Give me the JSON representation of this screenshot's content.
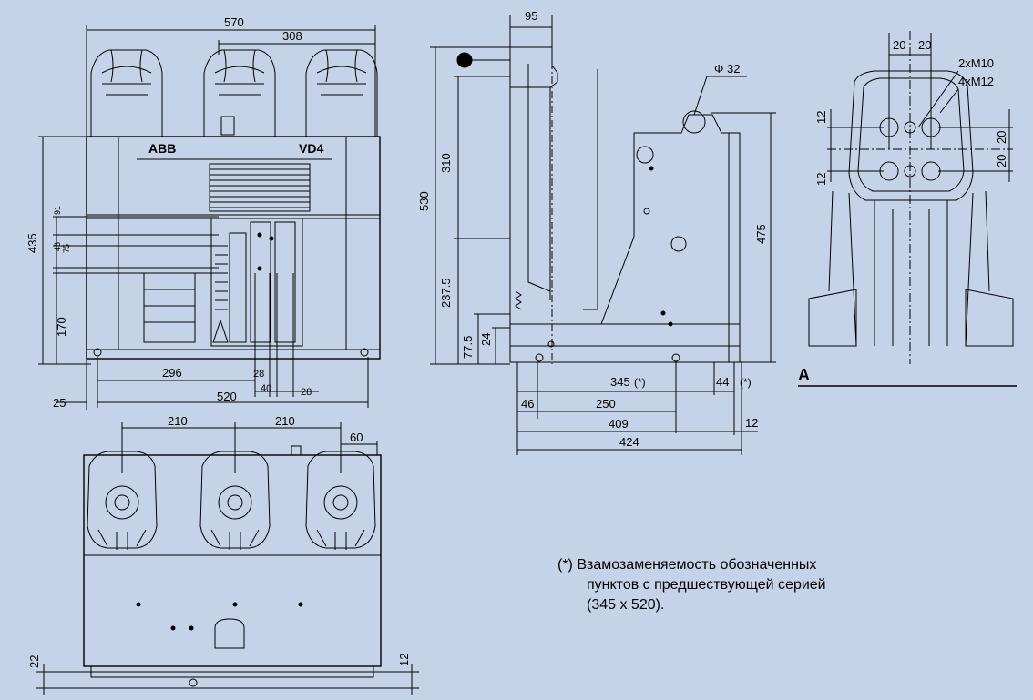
{
  "colors": {
    "background": "#c5d3e8",
    "line": "#000000"
  },
  "front_view": {
    "brand": "ABB",
    "model": "VD4",
    "dims": {
      "width_top": "570",
      "top_right": "308",
      "height": "435",
      "lower_height": "170",
      "d91": "91",
      "d75": "75",
      "d46": "46",
      "bottom_left": "296",
      "bottom_width": "520",
      "d28a": "28",
      "d40": "40",
      "d28b": "28",
      "margin": "25"
    }
  },
  "side_view": {
    "dims": {
      "top": "95",
      "phi": "Φ 32",
      "total_height": "530",
      "upper": "310",
      "lower": "237.5",
      "d775": "77.5",
      "d24": "24",
      "right_height": "475",
      "d345": "345",
      "star_a": "(*)",
      "d44": "44",
      "star_b": "(*)",
      "d46": "46",
      "d250": "250",
      "d409": "409",
      "d12": "12",
      "d424": "424"
    }
  },
  "detail_view": {
    "label": "A",
    "dims": {
      "d20a": "20",
      "d20b": "20",
      "holes_a": "2xM10",
      "holes_b": "4xM12",
      "d12a": "12",
      "d20c": "20",
      "d20d": "20",
      "d12b": "12"
    }
  },
  "top_view": {
    "dims": {
      "d210a": "210",
      "d210b": "210",
      "d60": "60",
      "d22": "22",
      "d12": "12"
    }
  },
  "note": {
    "line1": "(*) Взамозаменяемость обозначенных",
    "line2": "пунктов с предшествующей серией",
    "line3": "(345 x 520)."
  }
}
